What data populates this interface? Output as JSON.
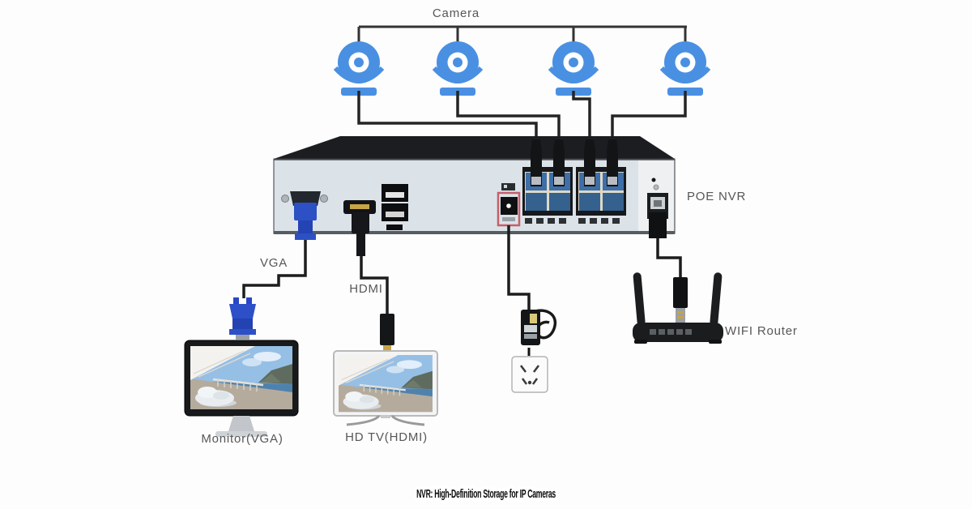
{
  "title": "NVR: High-Definition Storage for IP Cameras",
  "labels": {
    "camera_group": "Camera",
    "vga": "VGA",
    "hdmi": "HDMI",
    "poe_nvr": "POE NVR",
    "wifi_router": "WIFI Router",
    "monitor": "Monitor(VGA)",
    "hdtv": "HD TV(HDMI)"
  },
  "diagram": {
    "type": "connection-topology",
    "camera_count": 4,
    "poe_port_count": 8,
    "nodes": [
      "Camera",
      "POE NVR",
      "Monitor(VGA)",
      "HD TV(HDMI)",
      "WIFI Router",
      "Power adapter",
      "Wall outlet"
    ],
    "connections": [
      {
        "from": "Camera",
        "to": "POE NVR",
        "via": "PoE ethernet cables",
        "count": 4
      },
      {
        "from": "POE NVR",
        "to": "Monitor(VGA)",
        "via": "VGA cable"
      },
      {
        "from": "POE NVR",
        "to": "HD TV(HDMI)",
        "via": "HDMI cable"
      },
      {
        "from": "POE NVR",
        "to": "WIFI Router",
        "via": "LAN cable"
      },
      {
        "from": "POE NVR",
        "to": "Wall outlet",
        "via": "Power adapter"
      }
    ]
  },
  "colors": {
    "camera_blue": "#4a90e2",
    "vga_connector_blue": "#2d50c4",
    "poe_port_blue": "#3d6fa8",
    "power_port_outline": "#c4606c",
    "cable": "#242424",
    "label_text": "#575757",
    "title_text": "#0c0c0c",
    "title_outline": "#ffffff"
  }
}
